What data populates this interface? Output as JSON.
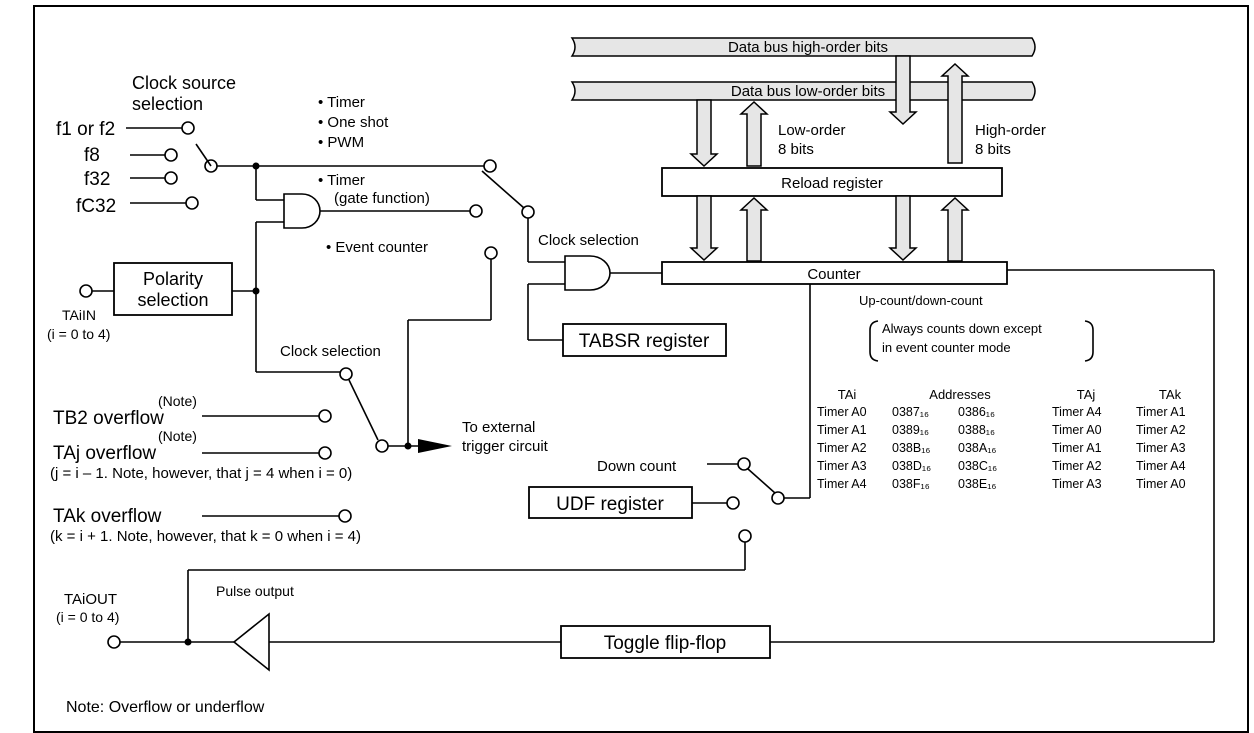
{
  "clock_source": {
    "title1": "Clock source",
    "title2": "selection",
    "f1_or_f2": "f1 or f2",
    "f8": "f8",
    "f32": "f32",
    "fc32": "fC32"
  },
  "modes": {
    "timer": "• Timer",
    "one_shot": "• One shot",
    "pwm": "• PWM",
    "timer_gate": "• Timer",
    "gate_function": "(gate function)",
    "event_counter": "• Event counter"
  },
  "polarity": {
    "line1": "Polarity",
    "line2": "selection"
  },
  "tai_in": {
    "label": "TAiIN",
    "range": "(i = 0 to 4)"
  },
  "clock_selection_1": "Clock selection",
  "clock_selection_2": "Clock selection",
  "overflows": {
    "note": "(Note)",
    "tb2": "TB2 overflow",
    "taj": "TAj overflow",
    "taj_cond": "(j = i – 1. Note, however, that j = 4 when i = 0)",
    "tak": "TAk overflow",
    "tak_cond": "(k = i + 1. Note, however, that k = 0 when i = 4)"
  },
  "external_trigger": {
    "line1": "To external",
    "line2": "trigger circuit"
  },
  "bus": {
    "high": "Data bus high-order bits",
    "low": "Data bus low-order bits"
  },
  "low_order": {
    "line1": "Low-order",
    "line2": "8 bits"
  },
  "high_order": {
    "line1": "High-order",
    "line2": "8 bits"
  },
  "reload_register": "Reload register",
  "counter": "Counter",
  "tabsr_register": "TABSR register",
  "udf_register": "UDF register",
  "updown": {
    "title": "Up-count/down-count",
    "line1": "Always counts down except",
    "line2": "in event counter mode"
  },
  "down_count": "Down count",
  "address_table": {
    "headers": [
      "TAi",
      "Addresses",
      "TAj",
      "TAk"
    ],
    "rows": [
      [
        "Timer A0",
        "0387₁₆",
        "0386₁₆",
        "Timer A4",
        "Timer A1"
      ],
      [
        "Timer A1",
        "0389₁₆",
        "0388₁₆",
        "Timer A0",
        "Timer A2"
      ],
      [
        "Timer A2",
        "038B₁₆",
        "038A₁₆",
        "Timer A1",
        "Timer A3"
      ],
      [
        "Timer A3",
        "038D₁₆",
        "038C₁₆",
        "Timer A2",
        "Timer A4"
      ],
      [
        "Timer A4",
        "038F₁₆",
        "038E₁₆",
        "Timer A3",
        "Timer A0"
      ]
    ]
  },
  "tai_out": {
    "label": "TAiOUT",
    "range": "(i = 0 to 4)"
  },
  "pulse_output": "Pulse output",
  "toggle_flip_flop": "Toggle flip-flop",
  "footnote": "Note: Overflow or underflow"
}
